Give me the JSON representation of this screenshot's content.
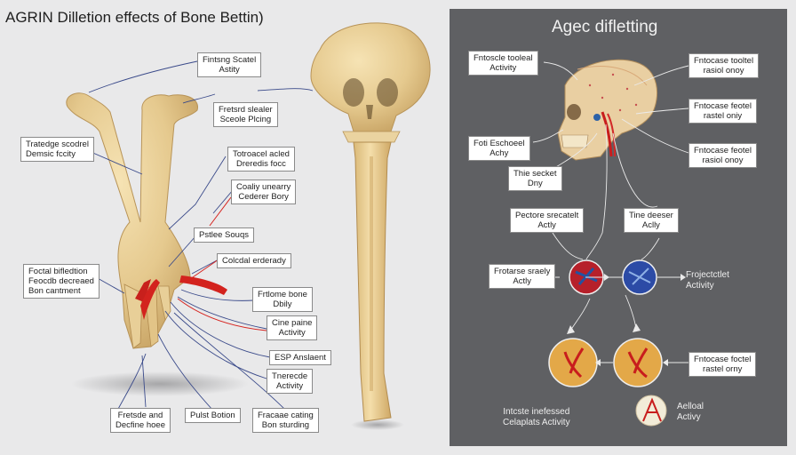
{
  "left_title": "AGRIN Dilletion effects of Bone Bettin)",
  "right_title": "Agec difletting",
  "left_labels": {
    "l1": "Fintsng Scatel\nAstity",
    "l2": "Fretsrd slealer\nSceole Plcing",
    "l3": "Tratedge scodrel\nDemsic fccity",
    "l4": "Totroacel acled\nDreredis focc",
    "l5": "Coaliy unearry\nCederer Bory",
    "l6": "Pstlee Souqs",
    "l7": "Colcdal erderady",
    "l8": "Foctal bifledtion\nFeocdb decreaed\nBon cantment",
    "l9": "Frtlome bone\nDbily",
    "l10": "Cine paine\nActivity",
    "l11": "ESP Anslaent",
    "l12": "Tnerecde\nActivity",
    "l13": "Fretsde and\nDecfine hoee",
    "l14": "Pulst Botion",
    "l15": "Fracaae cating\nBon sturding"
  },
  "right_labels": {
    "r1": "Fntoscle tooleal\nActivity",
    "r2": "Fntocase tooltel\nrasiol onoy",
    "r3": "Fntocase feotel\nrastel oniy",
    "r4": "Foti Eschoeel\nAchy",
    "r5": "Fntocase feotel\nrasiol onoy",
    "r6": "Thie secket\nDny",
    "r7": "Pectore srecatelt\nActly",
    "r8": "Tine deeser\nAclly",
    "r9": "Frotarse sraely\nActly",
    "r10": "Frojectctlet\nActivity",
    "r11": "Fntocase foctel\nrastel orny",
    "r12": "Intcste inefessed\nCelaplats Activity",
    "r13": "Aelloal\nActivy"
  }
}
